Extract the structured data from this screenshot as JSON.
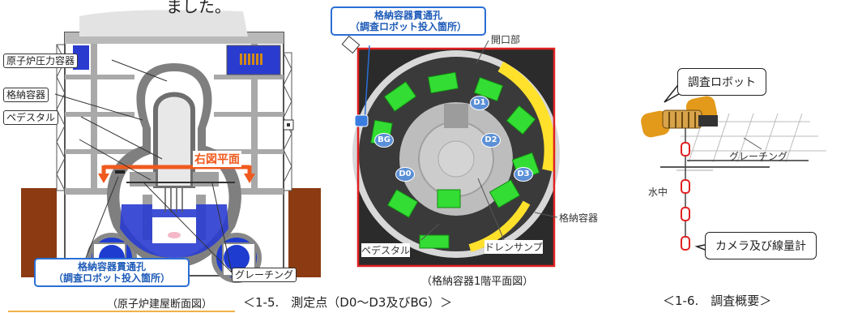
{
  "top_fragment": "ました。",
  "left_panel": {
    "labels": {
      "rpv": "原子炉圧力容器",
      "pcv": "格納容器",
      "pedestal": "ペデスタル",
      "grating": "グレーチング",
      "plane": "右図平面"
    },
    "penetration_callout": [
      "格納容器貫通孔",
      "（調査ロボット投入箇所）"
    ],
    "caption": "（原子炉建屋断面図）"
  },
  "middle_panel": {
    "penetration_callout": [
      "格納容器貫通孔",
      "（調査ロボット投入箇所）"
    ],
    "labels": {
      "opening": "開口部",
      "pcv": "格納容器",
      "pedestal": "ペデスタル",
      "drain_sump": "ドレンサンプ"
    },
    "points": [
      "D1",
      "D2",
      "D3",
      "D0",
      "BG"
    ],
    "caption": "（格納容器1階平面図）"
  },
  "figure_captions": {
    "fig15": "＜1-5.　測定点（D0～D3及びBG）＞",
    "fig16": "＜1-6.　調査概要＞"
  },
  "right_panel": {
    "robot_label": "調査ロボット",
    "grating_label": "グレーチング",
    "water_label": "水中",
    "camera_label": "カメラ及び線量計"
  },
  "colors": {
    "accent_red": "#e02020",
    "orange_arrow": "#f05a1e",
    "callout_blue": "#2a6fd6",
    "water_blue": "#2a3cd0",
    "soil_brown": "#8b3a12",
    "equipment_green": "#33dd33",
    "yellow": "#ffe12b"
  }
}
